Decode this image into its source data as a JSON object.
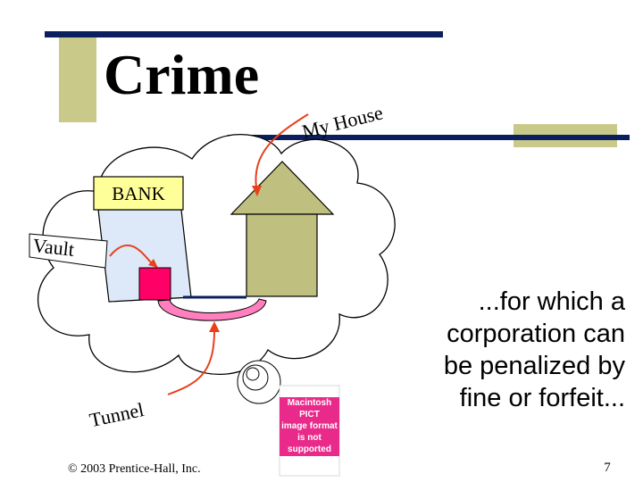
{
  "slide": {
    "title": "Crime",
    "labels": {
      "house": "My House",
      "bank": "BANK",
      "vault": "Vault",
      "tunnel": "Tunnel"
    },
    "caption": {
      "line1": "...for which a",
      "line2": "corporation can",
      "line3": "be penalized by",
      "line4": "fine or forfeit..."
    },
    "pict_placeholder": {
      "line1": "Macintosh PICT",
      "line2": "image format",
      "line3": "is not supported"
    },
    "footer": {
      "copyright": "© 2003 Prentice-Hall, Inc.",
      "slide_number": "7"
    }
  },
  "colors": {
    "accent_bar": "#0b1f5e",
    "olive": "#c9c98a",
    "cloud_fill": "#ffffff",
    "bank_sign": "#ffff99",
    "vault_fill": "#dde9f8",
    "safe": "#ff0066",
    "house_fill": "#bfbf7f",
    "tunnel": "#ff7fbf",
    "arrow": "#e8401a",
    "pict_bg": "#ea2a8a"
  }
}
